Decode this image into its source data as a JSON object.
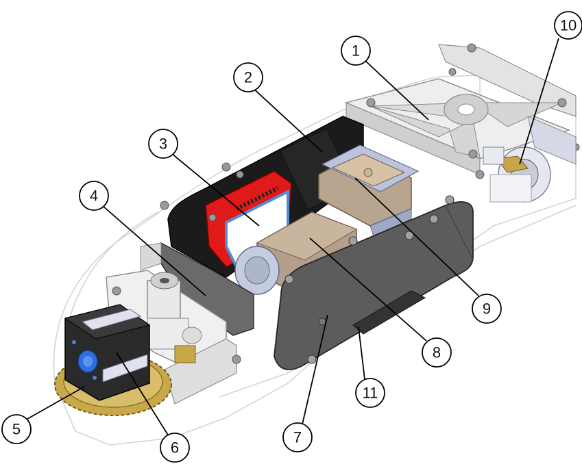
{
  "callouts": [
    {
      "number": "1"
    },
    {
      "number": "2"
    },
    {
      "number": "3"
    },
    {
      "number": "4"
    },
    {
      "number": "5"
    },
    {
      "number": "6"
    },
    {
      "number": "7"
    },
    {
      "number": "8"
    },
    {
      "number": "9"
    },
    {
      "number": "10"
    },
    {
      "number": "11"
    }
  ],
  "colors": {
    "outline": "#c8cdd2",
    "dark_plate": "#5c5c5c",
    "black_board": "#1b1b1b",
    "red_board": "#e01919",
    "blue_edge": "#4f8fd8",
    "motor_tan": "#b4a08a",
    "gear_gold": "#c9a84a",
    "frame_metal": "#d8d8d8"
  }
}
